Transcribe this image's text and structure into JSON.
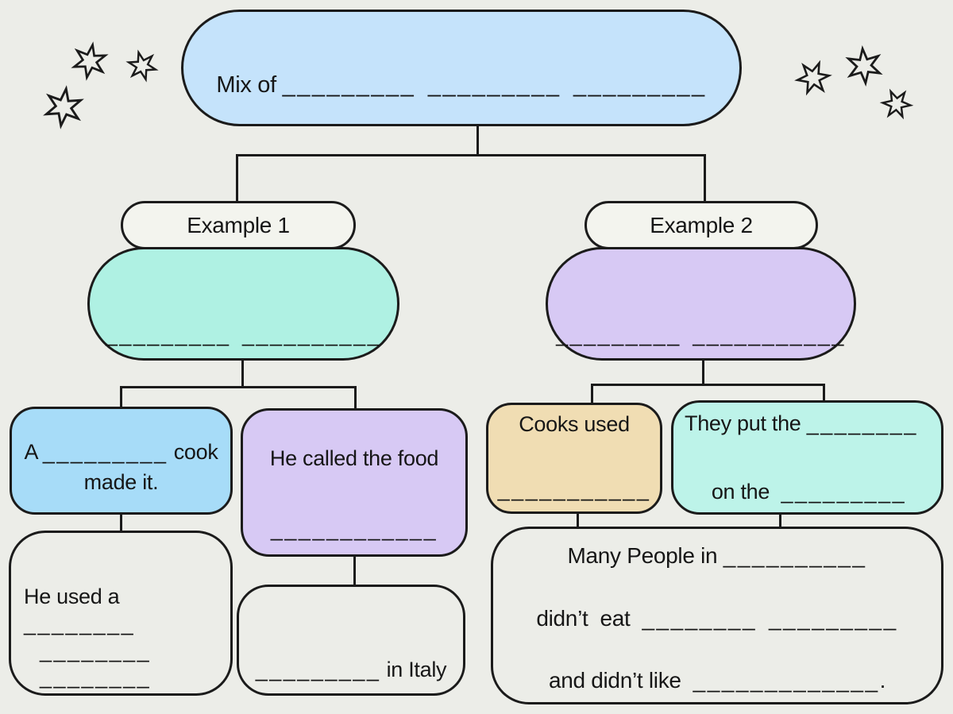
{
  "colors": {
    "background": "#ECEDE8",
    "outline": "#1b1b1b",
    "text": "#161616",
    "root-fill": "#C5E3FB",
    "label-fill": "#F3F4EE",
    "mint-fill": "#AFF1E3",
    "lavender-fill": "#D7C9F4",
    "blue-fill": "#A7DCF8",
    "teal-fill": "#BDF3E9",
    "tan-fill": "#F0DDB3"
  },
  "decorations": {
    "star_icon": "six-point-star-outline",
    "stars_left_count": 3,
    "stars_right_count": 3
  },
  "root": {
    "text": "Mix of _________  _________  _________"
  },
  "example1": {
    "label": "Example 1",
    "pill_blanks": "_________  __________",
    "blue_box": {
      "line1": "A _________ cook",
      "line2": "made it."
    },
    "purple_box": {
      "line1": "He called the food",
      "line2": "____________"
    },
    "used_box": {
      "line1": "He used a  ________",
      "line2": "________  ________"
    },
    "italy_box": {
      "line1": "_________ in Italy"
    }
  },
  "example2": {
    "label": "Example 2",
    "pill_blanks": "_________  ___________",
    "cooks_box": {
      "line1": "Cooks used",
      "line2": "___________"
    },
    "put_box": {
      "line1": "They put the ________",
      "line2": "on the  _________"
    },
    "people_box": {
      "line1": "Many People in __________",
      "line2": "didn’t  eat  ________  _________",
      "line3": "and didn’t like  _____________."
    }
  }
}
